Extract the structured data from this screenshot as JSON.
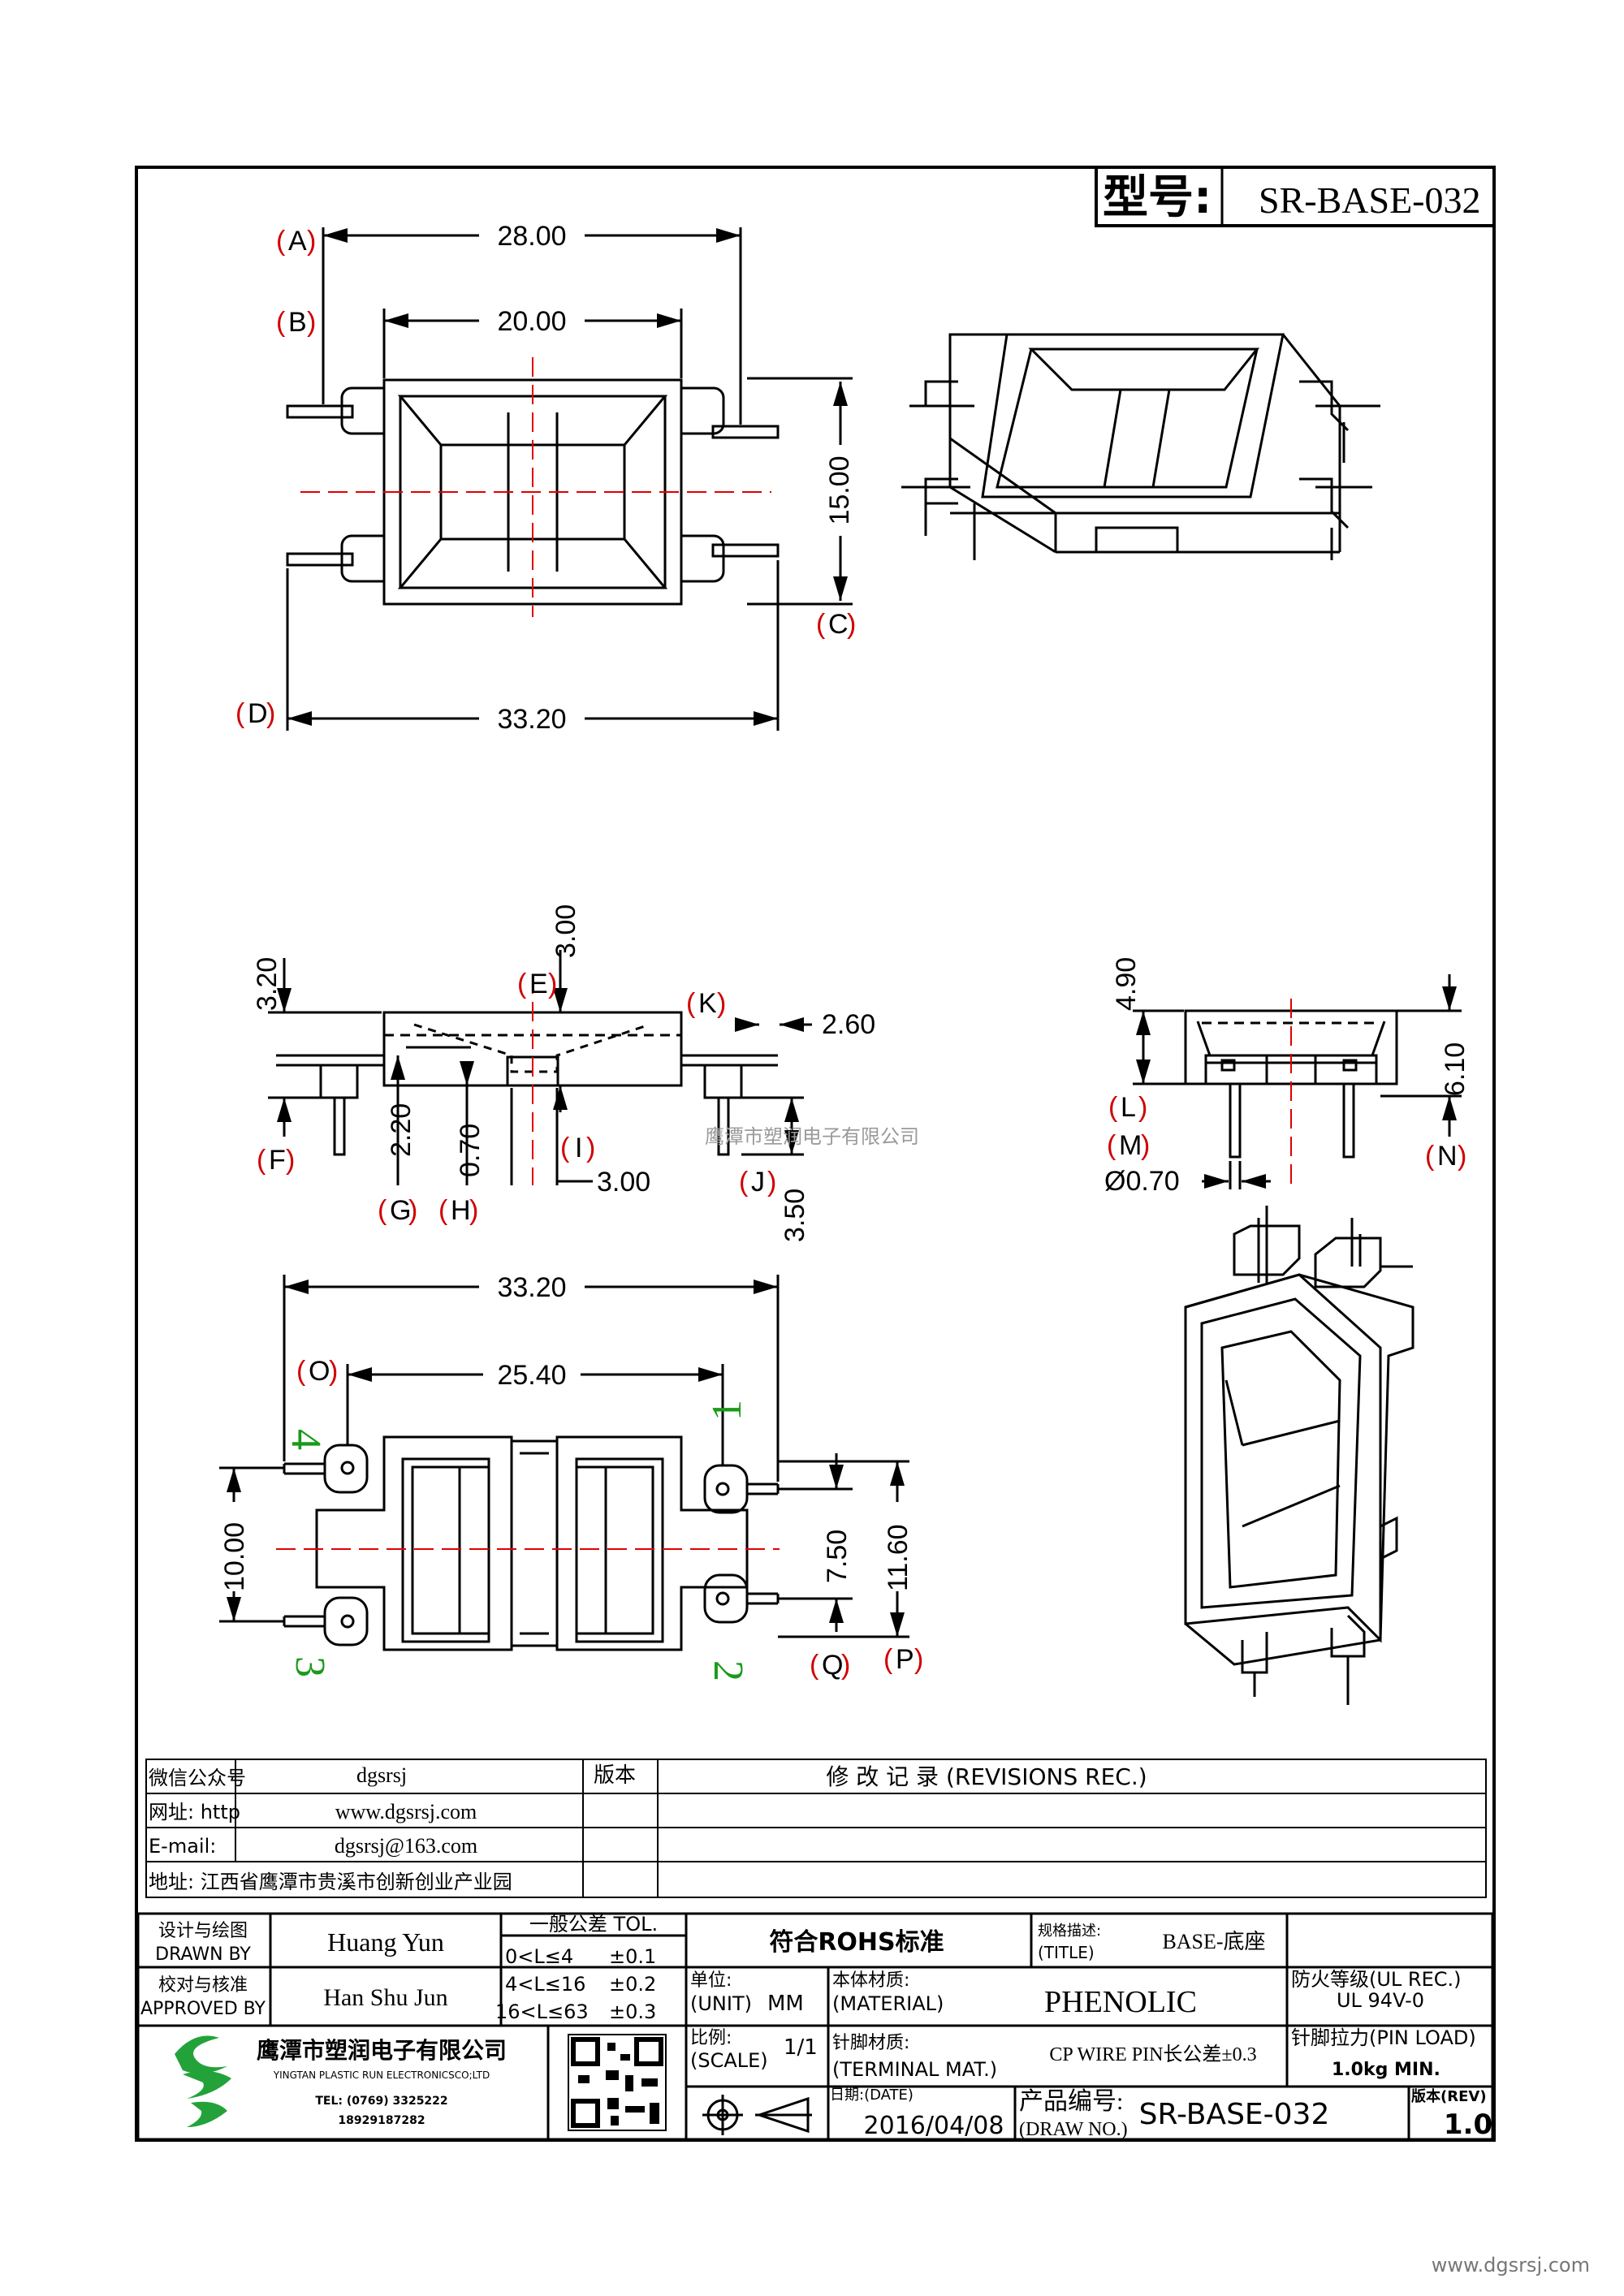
{
  "title_block": {
    "model_label": "型号:",
    "model_value": "SR-BASE-032"
  },
  "top_view": {
    "dims": {
      "d_28": "28.00",
      "d_20": "20.00",
      "d_15": "15.00",
      "d_33": "33.20"
    },
    "labels": {
      "A": "A",
      "B": "B",
      "C": "C",
      "D": "D"
    }
  },
  "side_view": {
    "dims": {
      "d_320": "3.20",
      "d_300v": "3.00",
      "d_260": "2.60",
      "d_220": "2.20",
      "d_070": "0.70",
      "d_300h": "3.00",
      "d_350": "3.50"
    },
    "labels": {
      "E": "E",
      "K": "K",
      "F": "F",
      "G": "G",
      "H": "H",
      "I": "I",
      "J": "J"
    }
  },
  "end_view": {
    "dims": {
      "d_490": "4.90",
      "d_610": "6.10",
      "d_phi": "Ø0.70"
    },
    "labels": {
      "L": "L",
      "M": "M",
      "N": "N"
    }
  },
  "bottom_view": {
    "dims": {
      "d_332": "33.20",
      "d_254": "25.40",
      "d_1000": "10.00",
      "d_750": "7.50",
      "d_1160": "11.60"
    },
    "labels": {
      "O": "O",
      "P": "P",
      "Q": "Q"
    },
    "pins": {
      "p1": "1",
      "p2": "2",
      "p3": "3",
      "p4": "4"
    }
  },
  "watermark": "鹰潭市塑润电子有限公司",
  "info_table": {
    "rows": [
      {
        "label": "微信公众号",
        "value": "dgsrsj"
      },
      {
        "label": "网址: http",
        "value": "www.dgsrsj.com"
      },
      {
        "label": "E-mail:",
        "value": "dgsrsj@163.com"
      },
      {
        "label": "地址: 江西省鹰潭市贵溪市创新创业产业园",
        "value": ""
      }
    ],
    "version_header": "版本",
    "revisions_header": "修 改 记 录 (REVISIONS REC.)"
  },
  "bottom_table": {
    "drawn_by_label": "设计与绘图",
    "drawn_by_label_en": "DRAWN BY",
    "drawn_by": "Huang Yun",
    "approved_label": "校对与核准",
    "approved_label_en": "APPROVED BY",
    "approved_by": "Han Shu Jun",
    "tol_header": "一般公差 TOL.",
    "tol_rows": [
      {
        "range": "0<L≤4",
        "tol": "±0.1"
      },
      {
        "range": "4<L≤16",
        "tol": "±0.2"
      },
      {
        "range": "16<L≤63",
        "tol": "±0.3"
      }
    ],
    "rohs": "符合ROHS标准",
    "title_cn": "规格描述:",
    "title_en": "(TITLE)",
    "title_value": "BASE-底座",
    "ul_label": "防火等级(UL REC.)",
    "ul_value": "UL 94V-0",
    "unit_label": "单位:",
    "unit_label_en": "(UNIT)",
    "unit_value": "MM",
    "material_label": "本体材质:",
    "material_label_en": "(MATERIAL)",
    "material_value": "PHENOLIC",
    "scale_label": "比例:",
    "scale_label_en": "(SCALE)",
    "scale_value": "1/1",
    "terminal_label": "针脚材质:",
    "terminal_label_en": "(TERMINAL MAT.)",
    "terminal_value": "CP WIRE  PIN长公差±0.3",
    "pin_load_label": "针脚拉力(PIN LOAD)",
    "pin_load_value": "1.0kg MIN.",
    "date_label": "日期:(DATE)",
    "date_value": "2016/04/08",
    "draw_no_label": "产品编号:",
    "draw_no_label_en": "(DRAW NO.)",
    "draw_no_value": "SR-BASE-032",
    "rev_label": "版本(REV)",
    "rev_value": "1.0",
    "company_cn": "鹰潭市塑润电子有限公司",
    "company_en": "YINGTAN PLASTIC RUN ELECTRONICSCO;LTD",
    "tel": "TEL: (0769) 3325222",
    "phone": "18929187282"
  },
  "footer_url": "www.dgsrsj.com"
}
